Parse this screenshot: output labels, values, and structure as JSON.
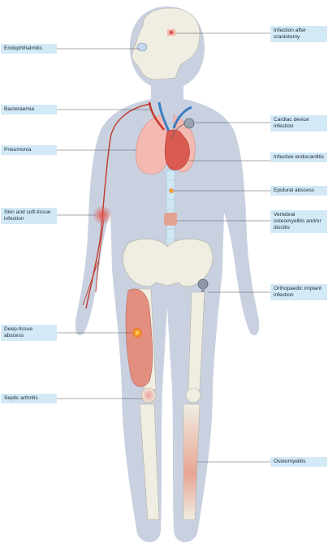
{
  "labels": {
    "endophthalmitis": "Endophthalmitis",
    "bacteraemia": "Bacteraemia",
    "pneumonia": "Pneumonia",
    "skin": "Skin and soft-tissue infection",
    "deep_tissue": "Deep-tissue abscess",
    "septic_arthritis": "Septic arthritis",
    "craniotomy": "Infection after craniotomy",
    "cardiac_device": "Cardiac device infection",
    "endocarditis": "Infective endocarditis",
    "epidural": "Epidural abscess",
    "vertebral": "Vertebral osteomyelitis and/or discitis",
    "orthopaedic": "Orthopaedic implant infection",
    "osteomyelitis": "Osteomyelitis"
  },
  "colors": {
    "label_bg": "#d3e9f6",
    "body_silhouette": "#c9d1e0",
    "bone": "#f0ede2",
    "infection": "#d9534f",
    "leader_line": "#555555"
  }
}
